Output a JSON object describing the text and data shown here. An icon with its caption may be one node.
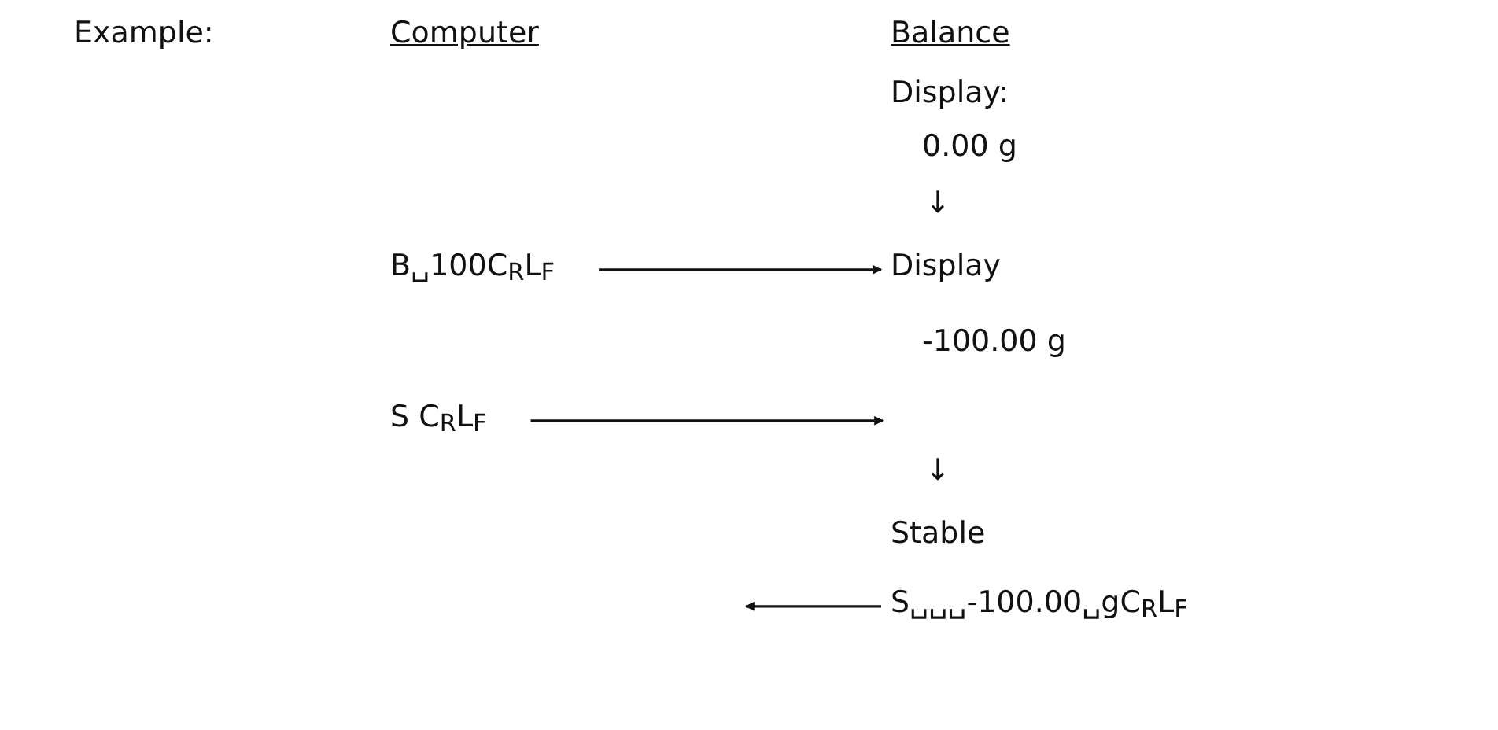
{
  "diagram": {
    "nodes": [
      {
        "text": [
          "B␣100C$_{R}$L$_{F}$"
        ]
      },
      {
        "text": [
          "Display"
        ]
      },
      {
        "text": [
          "S C$_{R}$L$_{F}$"
        ]
      },
      {
        "text": [
          "S␣␣␣-100.00␣gC$_{R}$L$_{F}$"
        ]
      }
    ],
    "edges": [
      {
        "from": 0,
        "to": 1,
        "arrow": "to"
      },
      {
        "from": 2,
        "to": null,
        "arrow": "to"
      },
      {
        "from": 3,
        "to": null,
        "arrow": "to"
      }
    ],
    "labels": [
      "Example:",
      "Computer",
      "Balance",
      "Display:",
      "0.00 g",
      "↓",
      "-100.00 g",
      "↓",
      "Stable"
    ]
  }
}
